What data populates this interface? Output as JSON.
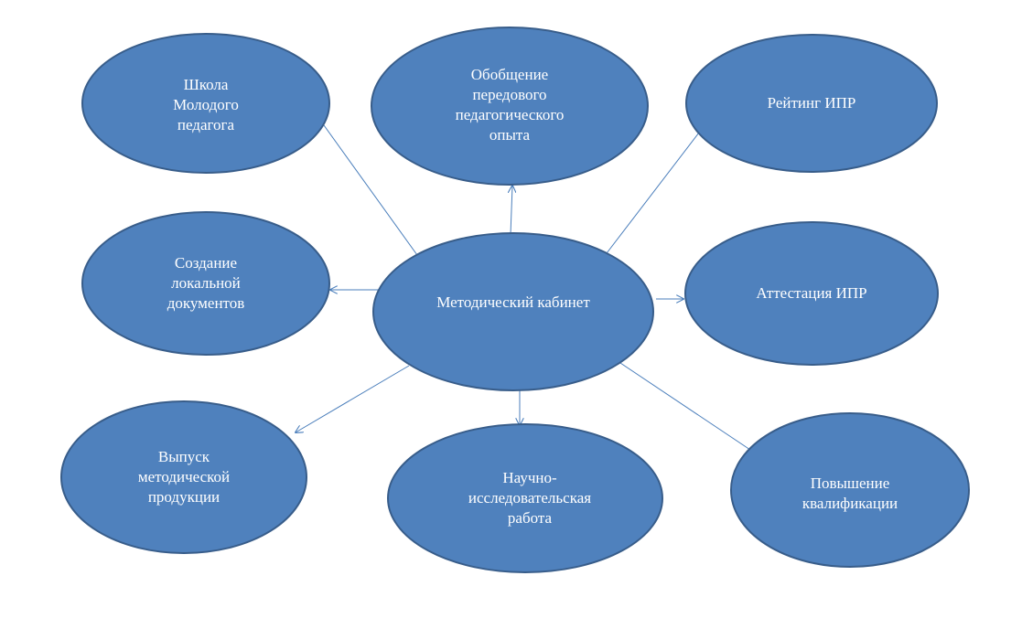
{
  "diagram": {
    "center": {
      "label": "Методический кабинет"
    },
    "nodes": [
      {
        "id": "school",
        "label": "Школа\nМолодого\nпедагога"
      },
      {
        "id": "generalization",
        "label": "Обобщение\nпередового\nпедагогического\nопыта"
      },
      {
        "id": "rating",
        "label": "Рейтинг ИПР"
      },
      {
        "id": "documents",
        "label": "Создание\nлокальной\nдокументов"
      },
      {
        "id": "attestation",
        "label": "Аттестация ИПР"
      },
      {
        "id": "production",
        "label": "Выпуск\nметодической\nпродукции"
      },
      {
        "id": "research",
        "label": "Научно-\nисследовательская\nработа"
      },
      {
        "id": "qualification",
        "label": "Повышение\nквалификации"
      }
    ],
    "colors": {
      "node_fill": "#4f81bd",
      "node_border": "#385d8a",
      "connector": "#4a7ebb",
      "text": "#ffffff"
    }
  }
}
